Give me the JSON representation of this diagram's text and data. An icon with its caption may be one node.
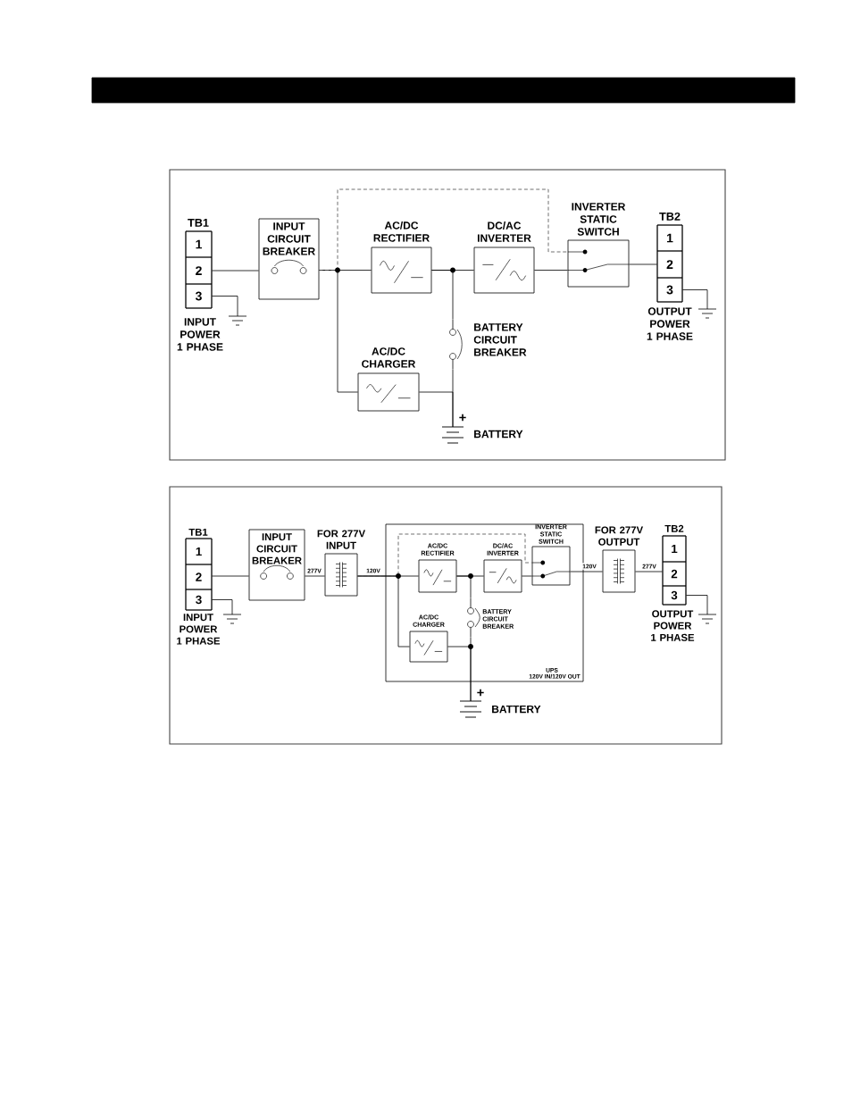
{
  "diagram": {
    "nodes": [
      {
        "text": [
          "TB1"
        ],
        "beside": [
          "INPUT POWER 1 PHASE"
        ]
      },
      {
        "text": [
          "1"
        ],
        "in": 0
      },
      {
        "text": [
          "2"
        ],
        "in": 0
      },
      {
        "text": [
          "3"
        ],
        "in": 0
      },
      {
        "text": [],
        "shape": "ground"
      },
      {
        "text": [
          "INPUT CIRCUIT BREAKER"
        ]
      },
      {
        "text": [
          "AC/DC RECTIFIER"
        ]
      },
      {
        "text": [
          "DC/AC INVERTER"
        ]
      },
      {
        "text": [
          "INVERTER STATIC SWITCH"
        ]
      },
      {
        "text": [
          "TB2"
        ],
        "beside": [
          "OUTPUT POWER 1 PHASE"
        ]
      },
      {
        "text": [
          "1"
        ],
        "in": 9
      },
      {
        "text": [
          "2"
        ],
        "in": 9
      },
      {
        "text": [
          "3"
        ],
        "in": 9
      },
      {
        "text": [],
        "shape": "ground"
      },
      {
        "text": [
          "AC/DC CHARGER"
        ]
      },
      {
        "text": [],
        "shape": "breaker",
        "beside": [
          "BATTERY CIRCUIT BREAKER"
        ]
      },
      {
        "text": [],
        "shape": "battery",
        "beside": [
          "+",
          "BATTERY"
        ]
      },
      {
        "text": [
          "TB1"
        ],
        "beside": [
          "INPUT POWER 1 PHASE"
        ]
      },
      {
        "text": [
          "1"
        ],
        "in": 17
      },
      {
        "text": [
          "2"
        ],
        "in": 17
      },
      {
        "text": [
          "3"
        ],
        "in": 17
      },
      {
        "text": [],
        "shape": "ground"
      },
      {
        "text": [
          "INPUT CIRCUIT BREAKER"
        ]
      },
      {
        "text": [
          "FOR 277V INPUT"
        ]
      },
      {
        "text": [
          "UPS",
          "120V IN/120V OUT"
        ]
      },
      {
        "text": [
          "AC/DC RECTIFIER"
        ],
        "in": 24
      },
      {
        "text": [
          "DC/AC INVERTER"
        ],
        "in": 24
      },
      {
        "text": [
          "INVERTER STATIC SWITCH"
        ],
        "in": 24
      },
      {
        "text": [
          "AC/DC CHARGER"
        ],
        "in": 24
      },
      {
        "text": [],
        "shape": "breaker",
        "in": 24,
        "beside": [
          "BATTERY CIRCUIT BREAKER"
        ]
      },
      {
        "text": [
          "FOR 277V OUTPUT"
        ]
      },
      {
        "text": [
          "TB2"
        ],
        "beside": [
          "OUTPUT POWER 1 PHASE"
        ]
      },
      {
        "text": [
          "1"
        ],
        "in": 31
      },
      {
        "text": [
          "2"
        ],
        "in": 31
      },
      {
        "text": [
          "3"
        ],
        "in": 31
      },
      {
        "text": [],
        "shape": "ground"
      },
      {
        "text": [],
        "shape": "battery",
        "beside": [
          "+",
          "BATTERY"
        ]
      },
      {
        "text": [],
        "shape": "bar"
      }
    ],
    "edges": [
      {
        "from": 2,
        "to": 5,
        "arrow": "none"
      },
      {
        "from": 5,
        "to": 6,
        "arrow": "none"
      },
      {
        "from": 5,
        "to": 14,
        "arrow": "none"
      },
      {
        "from": 5,
        "to": 8,
        "arrow": "none",
        "style": "dashed"
      },
      {
        "from": 6,
        "to": 7,
        "arrow": "none"
      },
      {
        "from": 6,
        "to": 15,
        "arrow": "none"
      },
      {
        "from": 15,
        "to": 16,
        "arrow": "none"
      },
      {
        "from": 14,
        "to": 16,
        "arrow": "none"
      },
      {
        "from": 7,
        "to": 8,
        "arrow": "none"
      },
      {
        "from": 8,
        "to": 11,
        "arrow": "none"
      },
      {
        "from": 3,
        "to": 4,
        "arrow": "none"
      },
      {
        "from": 12,
        "to": 13,
        "arrow": "none"
      },
      {
        "from": 19,
        "to": 22,
        "arrow": "none"
      },
      {
        "from": 22,
        "to": 23,
        "arrow": "none",
        "label": "277V"
      },
      {
        "from": 23,
        "to": 25,
        "arrow": "none",
        "label": "120V"
      },
      {
        "from": 23,
        "to": 28,
        "arrow": "none"
      },
      {
        "from": 23,
        "to": 27,
        "arrow": "none",
        "style": "dashed"
      },
      {
        "from": 25,
        "to": 26,
        "arrow": "none"
      },
      {
        "from": 25,
        "to": 29,
        "arrow": "none"
      },
      {
        "from": 29,
        "to": 36,
        "arrow": "none"
      },
      {
        "from": 28,
        "to": 36,
        "arrow": "none"
      },
      {
        "from": 26,
        "to": 27,
        "arrow": "none"
      },
      {
        "from": 27,
        "to": 30,
        "arrow": "none",
        "label": "120V"
      },
      {
        "from": 30,
        "to": 32,
        "arrow": "none",
        "label": "277V"
      },
      {
        "from": 20,
        "to": 21,
        "arrow": "none"
      },
      {
        "from": 34,
        "to": 35,
        "arrow": "none"
      }
    ]
  }
}
